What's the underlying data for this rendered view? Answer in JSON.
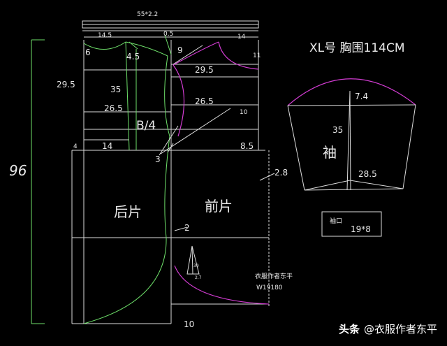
{
  "title": "XL号  胸围114CM",
  "top_dim": "55*2.2",
  "dims": {
    "d14_5": "14.5",
    "d0_5": "0.5",
    "d14_top": "14",
    "d6": "6",
    "d4_5": "4.5",
    "d9": "9",
    "d11": "11",
    "d29_5_left": "29.5",
    "d35_back": "35",
    "d29_5_front": "29.5",
    "d26_5_back": "26.5",
    "d26_5_front": "26.5",
    "d10_mid": "10",
    "b4": "B/4",
    "d4": "4",
    "d14_bottom": "14",
    "d3": "3",
    "d8_5": "8.5",
    "d2_8": "2.8",
    "d96": "96",
    "d2": "2",
    "d10_hem": "10",
    "tri_30": "30",
    "tri_27": "2.7"
  },
  "pieces": {
    "back": "后片",
    "front": "前片",
    "sleeve": "袖"
  },
  "sleeve": {
    "cap": "7.4",
    "length": "35",
    "bottom": "28.5"
  },
  "cuff": {
    "label": "袖口",
    "size": "19*8"
  },
  "author_note": "衣服作者东平",
  "author_code": "W19180",
  "watermark": {
    "brand": "头条",
    "handle": "@衣服作者东平"
  }
}
